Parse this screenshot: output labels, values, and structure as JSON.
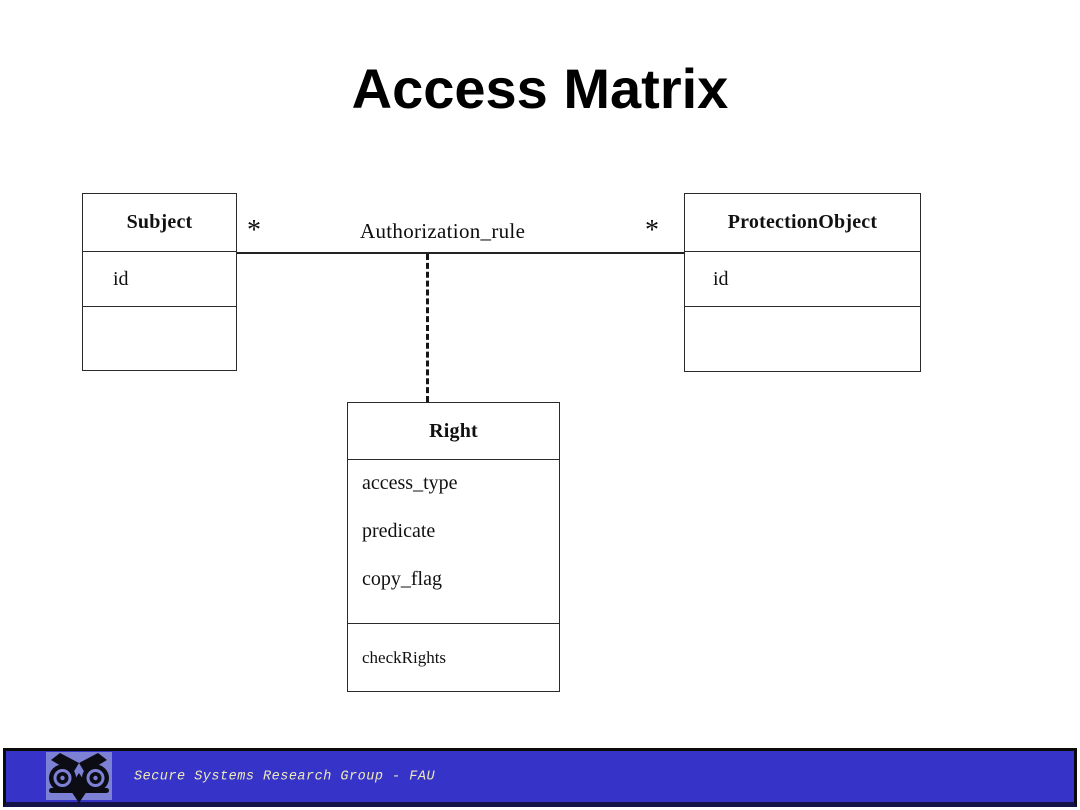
{
  "slide": {
    "title": "Access Matrix"
  },
  "diagram": {
    "association": {
      "label": "Authorization_rule",
      "source_multiplicity": "*",
      "target_multiplicity": "*"
    },
    "classes": {
      "subject": {
        "name": "Subject",
        "attributes": [
          "id"
        ],
        "operations": []
      },
      "protection_object": {
        "name": "ProtectionObject",
        "attributes": [
          "id"
        ],
        "operations": []
      },
      "right": {
        "name": "Right",
        "attributes": [
          "access_type",
          "predicate",
          "copy_flag"
        ],
        "operations": [
          "checkRights"
        ]
      }
    }
  },
  "footer": {
    "text": "Secure Systems Research Group - FAU",
    "logo_icon": "fau-owl-icon",
    "colors": {
      "bar": "#3634c8",
      "logo_patch": "#7d81d6",
      "text": "#efe9bc"
    }
  }
}
